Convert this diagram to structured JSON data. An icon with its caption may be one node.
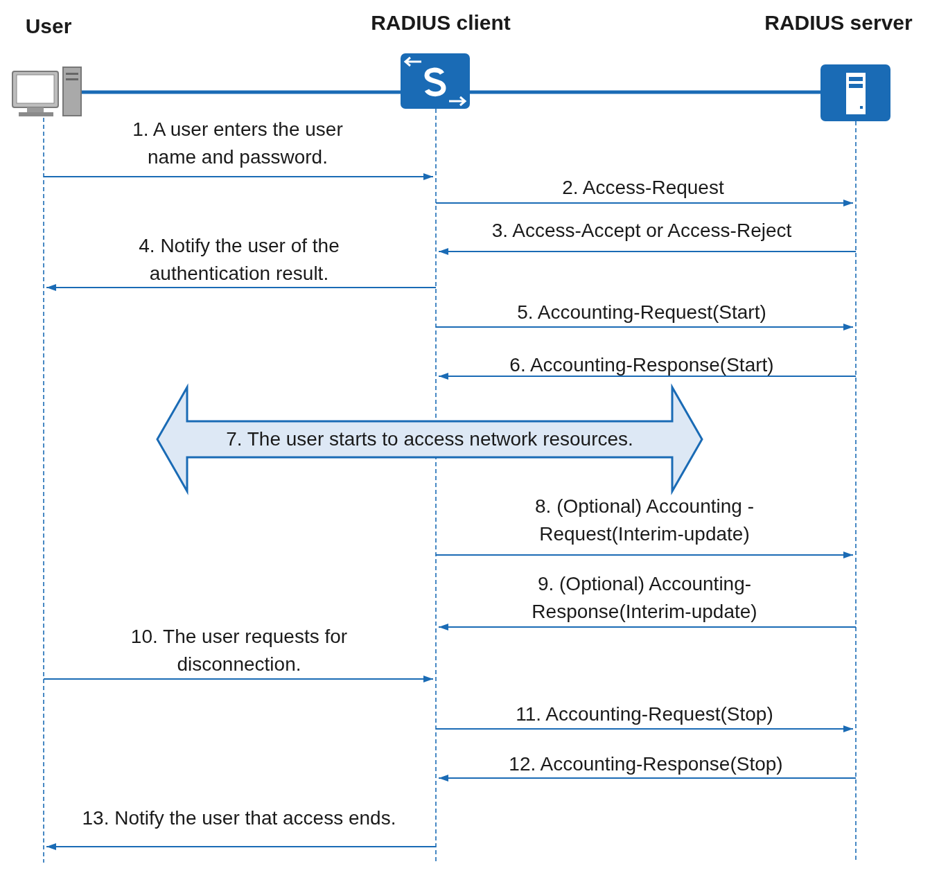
{
  "diagram": {
    "nodes": [
      {
        "text": [
          "User"
        ]
      },
      {
        "text": [
          "RADIUS client"
        ]
      },
      {
        "text": [
          "RADIUS server"
        ]
      },
      {
        "text": [
          "7. The user starts to access network resources."
        ]
      }
    ],
    "edges": [
      {
        "from": 0,
        "to": 1,
        "arrow": "none",
        "style": "thick"
      },
      {
        "from": 1,
        "to": 2,
        "arrow": "none",
        "style": "thick"
      },
      {
        "from": 0,
        "to": 1,
        "arrow": "to",
        "label": "1. A user enters the user name and password."
      },
      {
        "from": 1,
        "to": 2,
        "arrow": "to",
        "label": "2. Access-Request"
      },
      {
        "from": 2,
        "to": 1,
        "arrow": "to",
        "label": "3. Access-Accept or Access-Reject"
      },
      {
        "from": 1,
        "to": 0,
        "arrow": "to",
        "label": "4. Notify the user of the authentication result."
      },
      {
        "from": 1,
        "to": 2,
        "arrow": "to",
        "label": "5. Accounting-Request(Start)"
      },
      {
        "from": 2,
        "to": 1,
        "arrow": "to",
        "label": "6. Accounting-Response(Start)"
      },
      {
        "from": 1,
        "to": 2,
        "arrow": "to",
        "label": "8. (Optional) Accounting -Request(Interim-update)"
      },
      {
        "from": 2,
        "to": 1,
        "arrow": "to",
        "label": "9. (Optional) Accounting- Response(Interim-update)"
      },
      {
        "from": 0,
        "to": 1,
        "arrow": "to",
        "label": "10. The user requests for disconnection."
      },
      {
        "from": 1,
        "to": 2,
        "arrow": "to",
        "label": "11. Accounting-Request(Stop)"
      },
      {
        "from": 2,
        "to": 1,
        "arrow": "to",
        "label": "12. Accounting-Response(Stop)"
      },
      {
        "from": 1,
        "to": 0,
        "arrow": "to",
        "label": "13. Notify the user that access ends."
      }
    ]
  }
}
